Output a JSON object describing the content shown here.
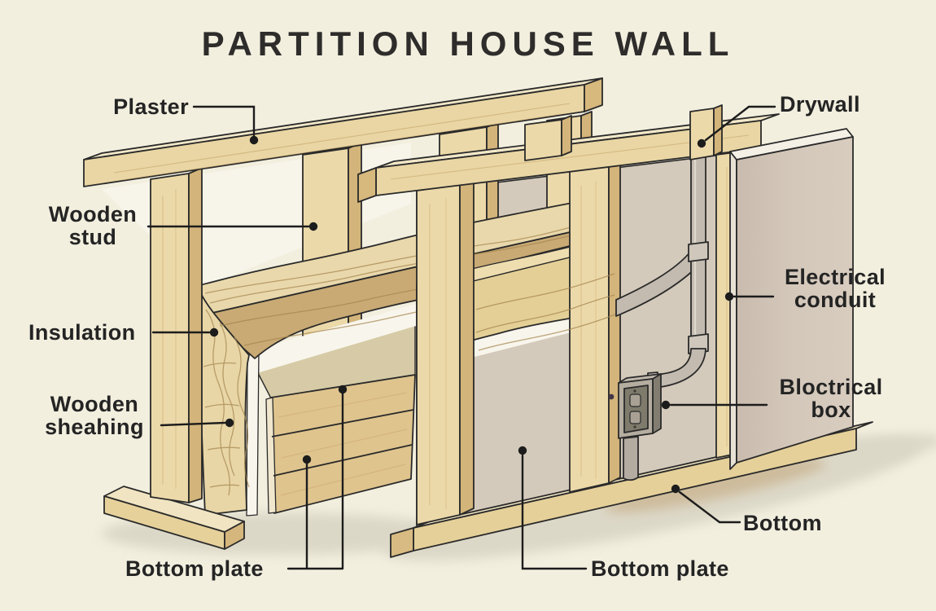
{
  "title": "PARTITION HOUSE WALL",
  "labels": {
    "plaster": "Plaster",
    "wooden_stud": "Wooden\nstud",
    "insulation": "Insulation",
    "wooden_sheathing": "Wooden\nsheahing",
    "bottom_plate_left": "Bottom plate",
    "drywall": "Drywall",
    "electrical_conduit": "Electrical\nconduit",
    "electrical_box": "Bloctrical\nbox",
    "bottom": "Bottom",
    "bottom_plate_right": "Bottom plate"
  },
  "parts": [
    "top plate",
    "wooden stud",
    "insulation batt",
    "wooden sheathing planks",
    "bottom plate",
    "drywall panel",
    "electrical conduit",
    "electrical box"
  ],
  "palette": {
    "background": "#f2efdf",
    "wood_face": "#e9d6a4",
    "wood_top": "#f2e8c9",
    "wood_side": "#d3b37a",
    "insulation": "#e8d6a6",
    "insulation_shadow": "#c9aa74",
    "tan_panel": "#d6cba6",
    "drywall_panel": "#d3c7ba",
    "conduit": "#c3bbb0",
    "outline": "#2a2a2a",
    "leader_line": "#1c1c1c",
    "title_color": "#2e2d2b"
  }
}
